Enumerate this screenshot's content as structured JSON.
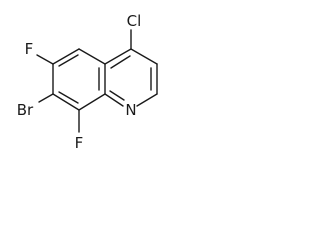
{
  "molecule": {
    "atoms": {
      "chlorine": "Cl",
      "fluorine_upper": "F",
      "bromine": "Br",
      "fluorine_lower": "F",
      "nitrogen": "N"
    },
    "colors": {
      "bond": "#1a1a1a",
      "label": "#1a1a1a",
      "background": "#ffffff"
    }
  }
}
